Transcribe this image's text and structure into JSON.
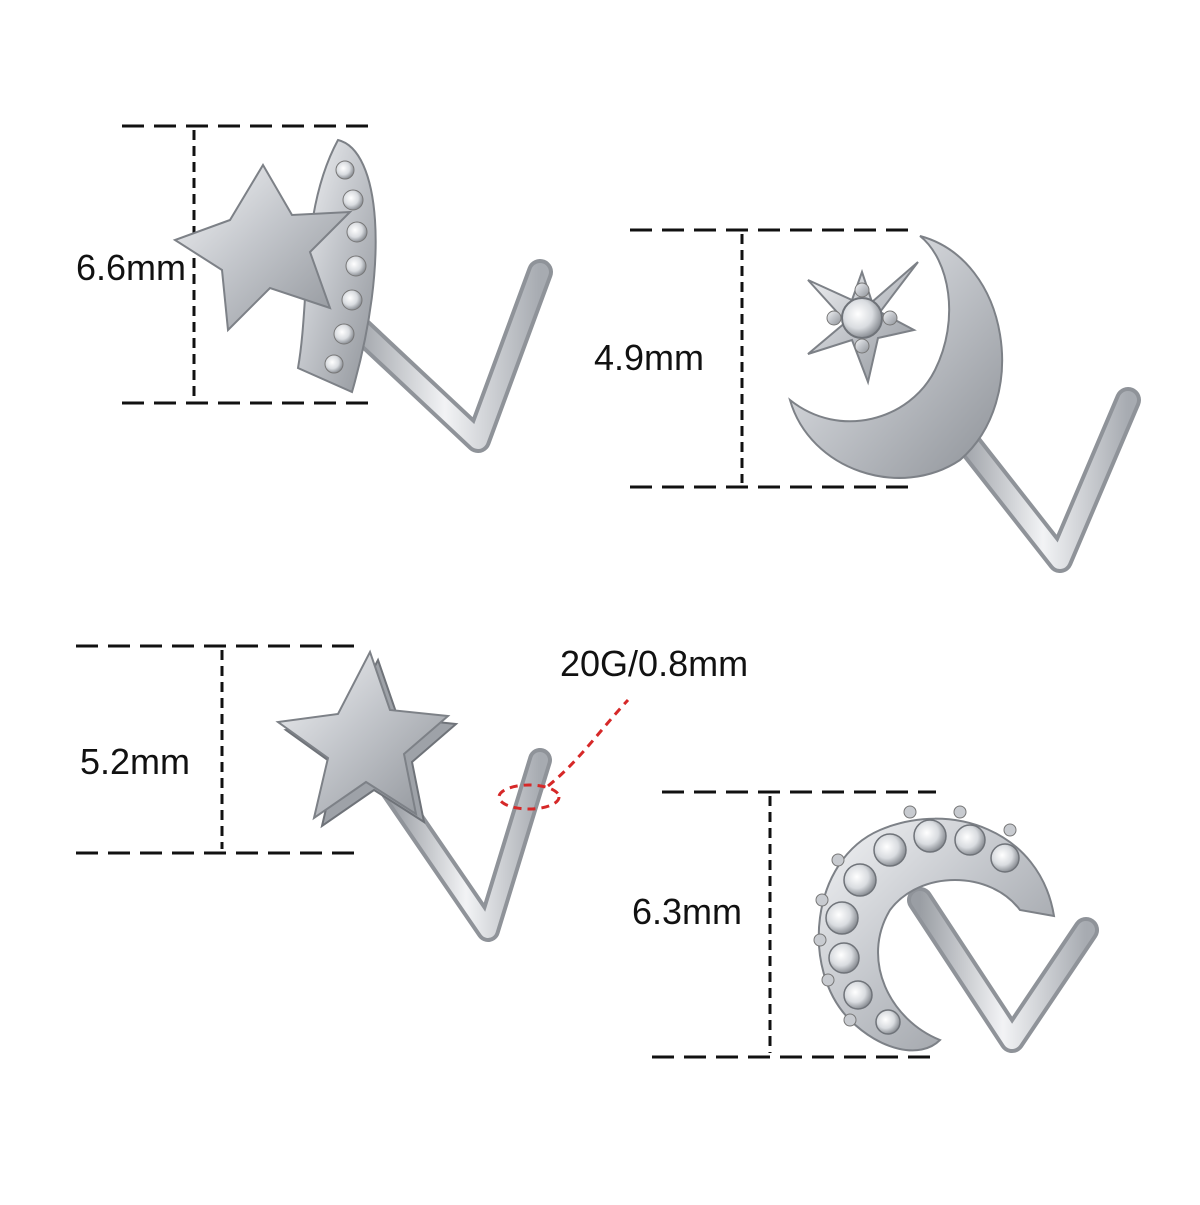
{
  "image": {
    "background": "#ffffff",
    "metal_color": "#c9ccd1",
    "guide_color": "#111111",
    "gauge_marker_color": "#d62828"
  },
  "items": [
    {
      "name": "star-with-crystal-tail",
      "dimension": "6.6mm"
    },
    {
      "name": "moon-with-crystal-star",
      "dimension": "4.9mm"
    },
    {
      "name": "plain-star",
      "dimension": "5.2mm"
    },
    {
      "name": "crystal-moon",
      "dimension": "6.3mm"
    }
  ],
  "gauge": {
    "label": "20G/0.8mm"
  }
}
